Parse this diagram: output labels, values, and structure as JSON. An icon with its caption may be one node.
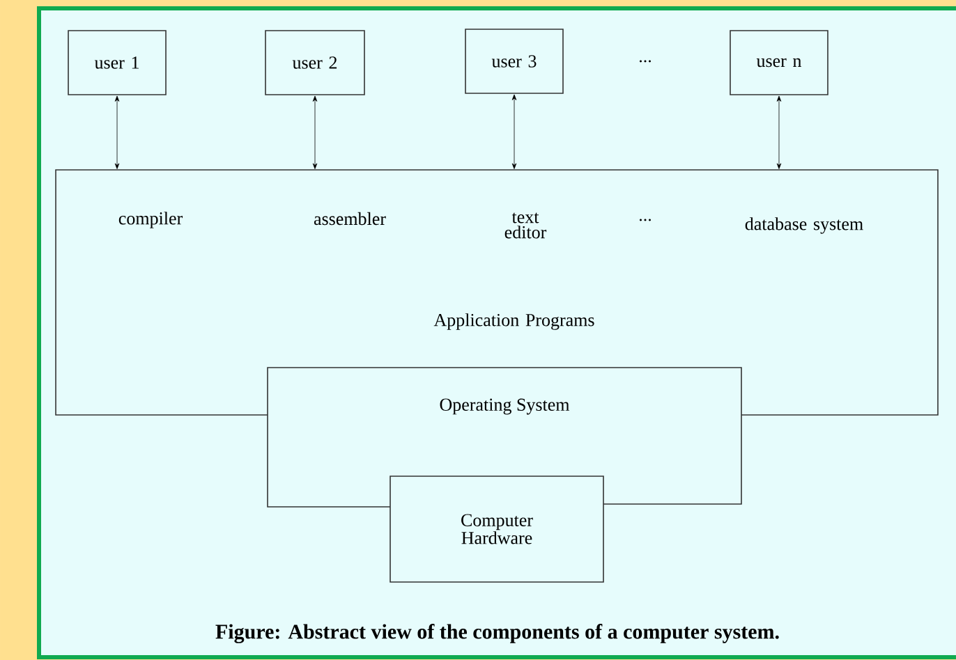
{
  "diagram": {
    "caption": "Figure: Abstract view of the components of a computer system.",
    "nodes": [
      {
        "text": [
          "user 1"
        ]
      },
      {
        "text": [
          "user 2"
        ]
      },
      {
        "text": [
          "user 3"
        ]
      },
      {
        "text": [
          "user n"
        ]
      },
      {
        "text": [
          "compiler",
          "assembler",
          "text editor",
          "...",
          "database system",
          "Application Programs"
        ]
      },
      {
        "text": [
          "Operating System"
        ]
      },
      {
        "text": [
          "Computer Hardware"
        ]
      }
    ],
    "edges": [
      {
        "from": 0,
        "to": 4,
        "arrow": "both"
      },
      {
        "from": 1,
        "to": 4,
        "arrow": "both"
      },
      {
        "from": 2,
        "to": 4,
        "arrow": "both"
      },
      {
        "from": 3,
        "to": 4,
        "arrow": "both"
      }
    ],
    "labels": [
      "..."
    ]
  }
}
